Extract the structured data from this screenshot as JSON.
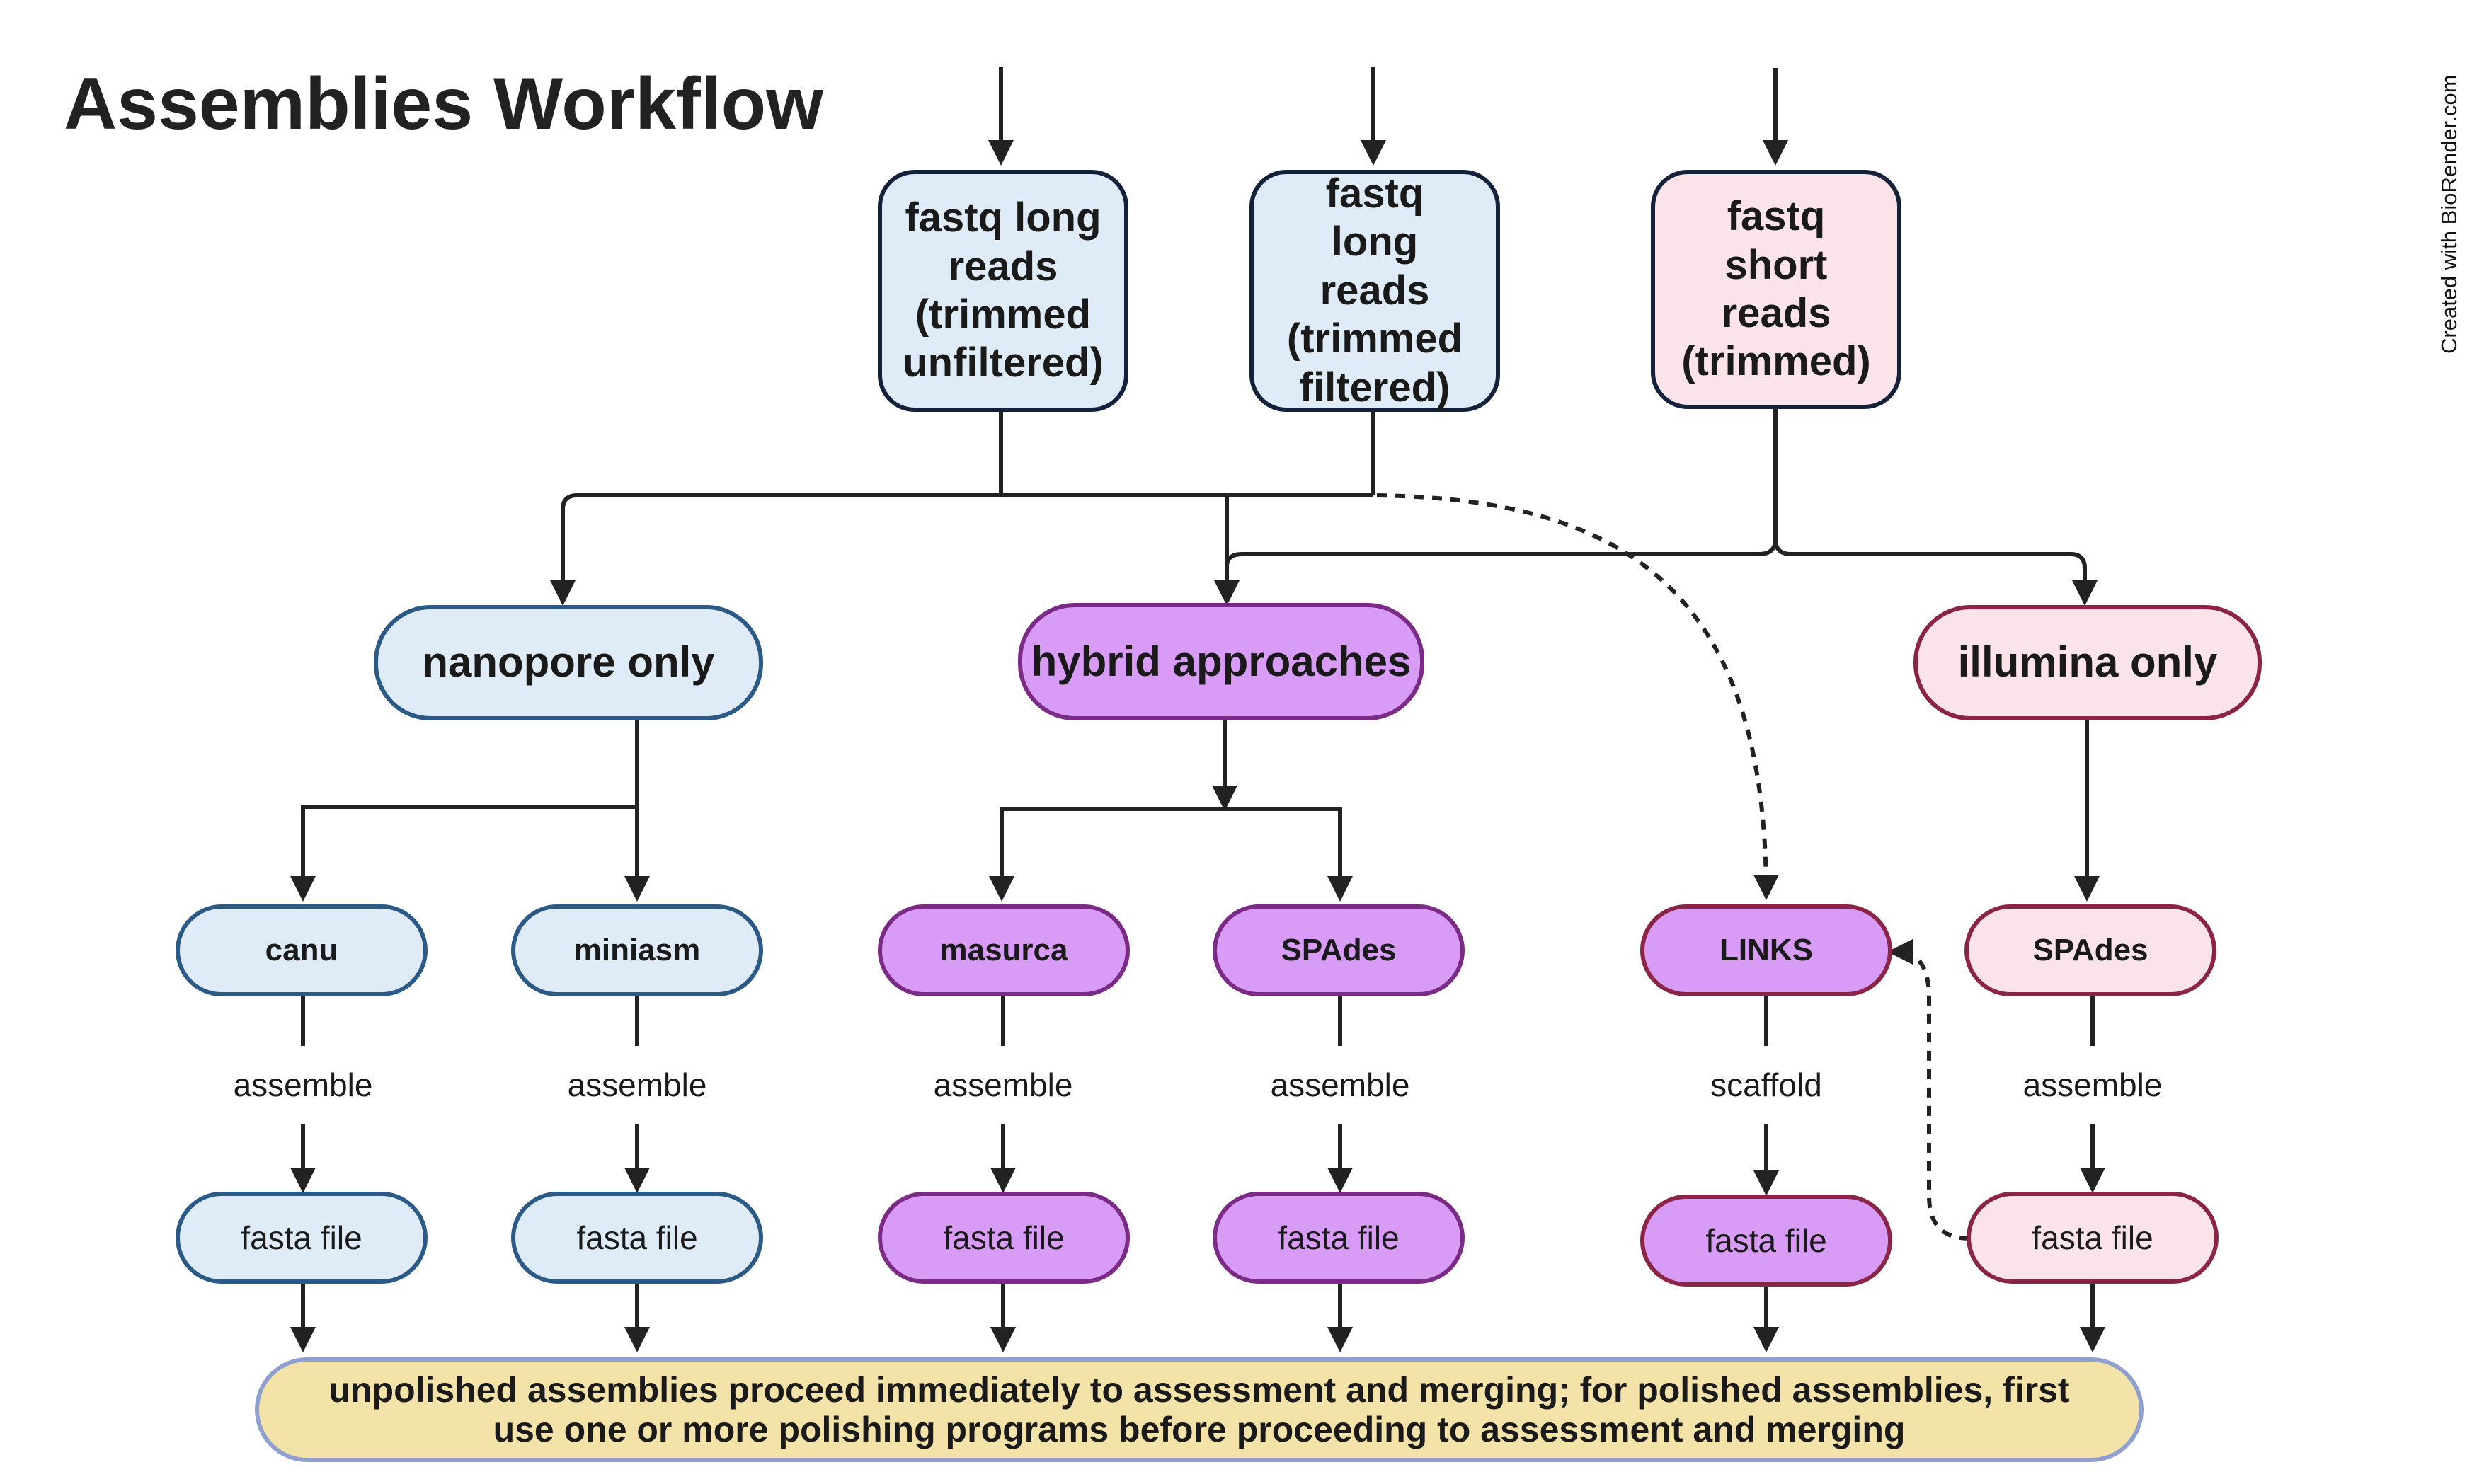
{
  "title": "Assemblies Workflow",
  "credit": "Created with BioRender.com",
  "inputs": [
    {
      "label": "fastq long reads (trimmed unfiltered)",
      "color": "#dfecf8"
    },
    {
      "label": "fastq long reads (trimmed filtered)",
      "color": "#dfecf8"
    },
    {
      "label": "fastq short reads (trimmed)",
      "color": "#fbe3ea"
    }
  ],
  "categories": [
    {
      "label": "nanopore only",
      "color": "#dfecf8"
    },
    {
      "label": "hybrid approaches",
      "color": "#d89cf6"
    },
    {
      "label": "illumina only",
      "color": "#fbe3ea"
    }
  ],
  "tools": [
    {
      "label": "canu",
      "step": "assemble",
      "output": "fasta file"
    },
    {
      "label": "miniasm",
      "step": "assemble",
      "output": "fasta file"
    },
    {
      "label": "masurca",
      "step": "assemble",
      "output": "fasta file"
    },
    {
      "label": "SPAdes",
      "step": "assemble",
      "output": "fasta file"
    },
    {
      "label": "LINKS",
      "step": "scaffold",
      "output": "fasta file"
    },
    {
      "label": "SPAdes",
      "step": "assemble",
      "output": "fasta file"
    }
  ],
  "footer": "unpolished assemblies proceed immediately to assessment and merging; for polished assemblies, first use one or more polishing programs before proceeding to assessment and merging"
}
